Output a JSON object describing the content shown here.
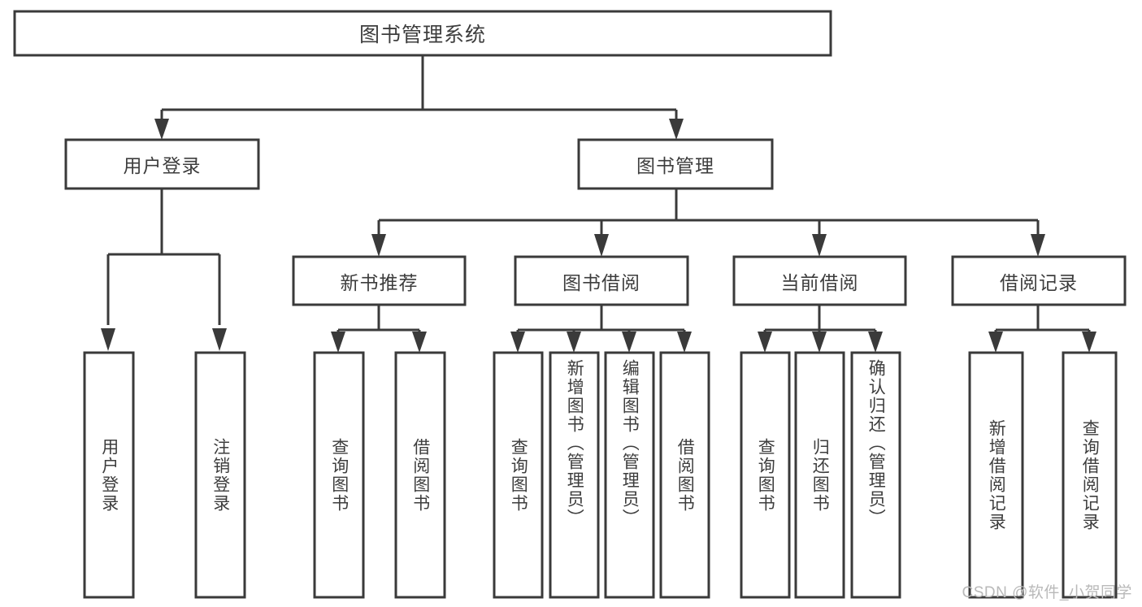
{
  "diagram": {
    "type": "hierarchy-tree",
    "title": "图书管理系统",
    "watermark": "CSDN @软件_小贺同学",
    "colors": {
      "stroke": "#3a3a3a",
      "fill": "#ffffff",
      "text": "#3d3d3d",
      "watermark": "#b9b9b9",
      "background": "#ffffff"
    },
    "levels": {
      "root": "图书管理系统",
      "level2": [
        "用户登录",
        "图书管理"
      ],
      "level3": [
        "新书推荐",
        "图书借阅",
        "当前借阅",
        "借阅记录"
      ]
    },
    "nodes": {
      "root": {
        "label": "图书管理系统"
      },
      "user_login": {
        "label": "用户登录"
      },
      "book_manage": {
        "label": "图书管理"
      },
      "new_book_rec": {
        "label": "新书推荐"
      },
      "book_borrow": {
        "label": "图书借阅"
      },
      "current_borrow": {
        "label": "当前借阅"
      },
      "borrow_record": {
        "label": "借阅记录"
      },
      "leaf_1": {
        "label": "用户登录"
      },
      "leaf_2": {
        "label": "注销登录"
      },
      "leaf_3": {
        "label": "查询图书"
      },
      "leaf_4": {
        "label": "借阅图书"
      },
      "leaf_5": {
        "label": "查询图书"
      },
      "leaf_6": {
        "label": "新增图书（管理员）"
      },
      "leaf_7": {
        "label": "编辑图书（管理员）"
      },
      "leaf_8": {
        "label": "借阅图书"
      },
      "leaf_9": {
        "label": "查询图书"
      },
      "leaf_10": {
        "label": "归还图书"
      },
      "leaf_11": {
        "label": "确认归还（管理员）"
      },
      "leaf_12": {
        "label": "新增借阅记录"
      },
      "leaf_13": {
        "label": "查询借阅记录"
      }
    },
    "edges": [
      {
        "from": "root",
        "to": "user_login"
      },
      {
        "from": "root",
        "to": "book_manage"
      },
      {
        "from": "user_login",
        "to": "leaf_1"
      },
      {
        "from": "user_login",
        "to": "leaf_2"
      },
      {
        "from": "book_manage",
        "to": "new_book_rec"
      },
      {
        "from": "book_manage",
        "to": "book_borrow"
      },
      {
        "from": "book_manage",
        "to": "current_borrow"
      },
      {
        "from": "book_manage",
        "to": "borrow_record"
      },
      {
        "from": "new_book_rec",
        "to": "leaf_3"
      },
      {
        "from": "new_book_rec",
        "to": "leaf_4"
      },
      {
        "from": "book_borrow",
        "to": "leaf_5"
      },
      {
        "from": "book_borrow",
        "to": "leaf_6"
      },
      {
        "from": "book_borrow",
        "to": "leaf_7"
      },
      {
        "from": "book_borrow",
        "to": "leaf_8"
      },
      {
        "from": "current_borrow",
        "to": "leaf_9"
      },
      {
        "from": "current_borrow",
        "to": "leaf_10"
      },
      {
        "from": "current_borrow",
        "to": "leaf_11"
      },
      {
        "from": "borrow_record",
        "to": "leaf_12"
      },
      {
        "from": "borrow_record",
        "to": "leaf_13"
      }
    ]
  }
}
